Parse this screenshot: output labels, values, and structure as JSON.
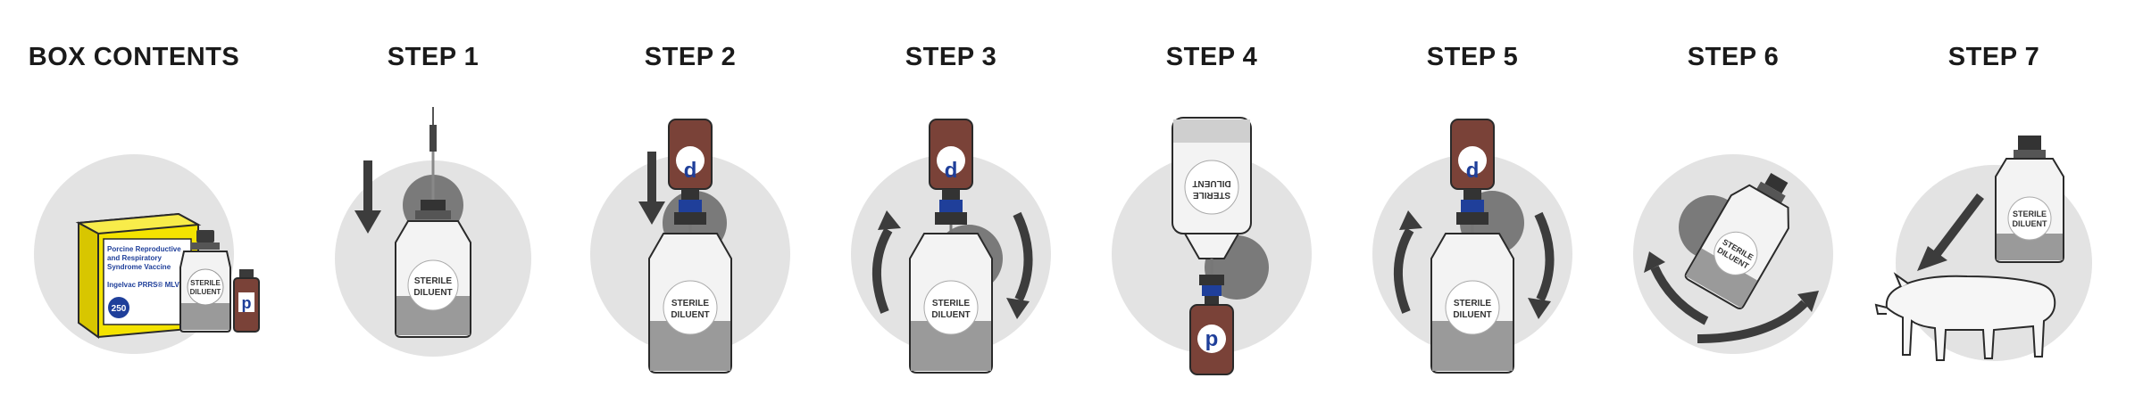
{
  "steps": [
    {
      "title": "BOX CONTENTS"
    },
    {
      "title": "STEP 1"
    },
    {
      "title": "STEP 2"
    },
    {
      "title": "STEP 3"
    },
    {
      "title": "STEP 4"
    },
    {
      "title": "STEP 5"
    },
    {
      "title": "STEP 6"
    },
    {
      "title": "STEP 7"
    }
  ],
  "labels": {
    "diluent_line1": "STERILE",
    "diluent_line2": "DILUENT",
    "vaccine_letter": "p",
    "box_line1": "Porcine Reproductive",
    "box_line2": "and Respiratory",
    "box_line3": "Syndrome Vaccine",
    "box_brand": "Ingelvac PRRS® MLV",
    "box_dose": "250"
  },
  "colors": {
    "circle_light": "#e3e3e3",
    "circle_dark": "#7a7a7a",
    "vaccine_bottle": "#7a4238",
    "vaccine_letter": "#1f3f9a",
    "box_yellow": "#f4e300",
    "arrow": "#3c3c3c"
  }
}
